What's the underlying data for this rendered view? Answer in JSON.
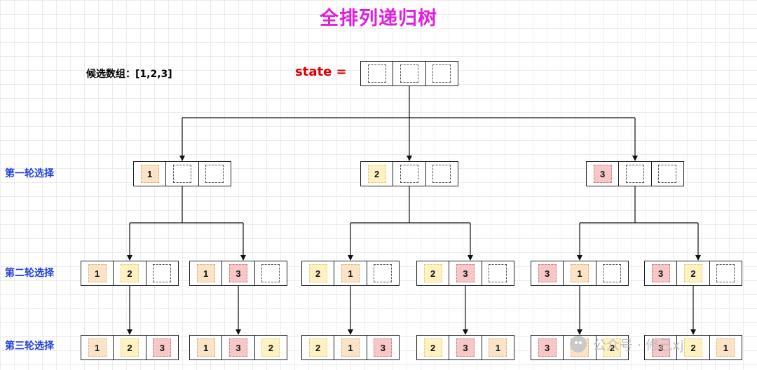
{
  "title": "全排列递归树",
  "candidates_label": "候选数组：[1,2,3]",
  "state_label": "state =",
  "row_labels": [
    "第一轮选择",
    "第二轮选择",
    "第三轮选择"
  ],
  "watermark": "公众号 · 修己xj",
  "colors": {
    "1": "#fbe3c8",
    "2": "#fff2c2",
    "3": "#f7c6c6"
  },
  "tree": {
    "root": [
      "",
      "",
      ""
    ],
    "level1": [
      [
        "1",
        "",
        ""
      ],
      [
        "2",
        "",
        ""
      ],
      [
        "3",
        "",
        ""
      ]
    ],
    "level2": [
      [
        "1",
        "2",
        ""
      ],
      [
        "1",
        "3",
        ""
      ],
      [
        "2",
        "1",
        ""
      ],
      [
        "2",
        "3",
        ""
      ],
      [
        "3",
        "1",
        ""
      ],
      [
        "3",
        "2",
        ""
      ]
    ],
    "level3": [
      [
        "1",
        "2",
        "3"
      ],
      [
        "1",
        "3",
        "2"
      ],
      [
        "2",
        "1",
        "3"
      ],
      [
        "2",
        "3",
        "1"
      ],
      [
        "3",
        "1",
        "2"
      ],
      [
        "3",
        "2",
        "1"
      ]
    ]
  }
}
